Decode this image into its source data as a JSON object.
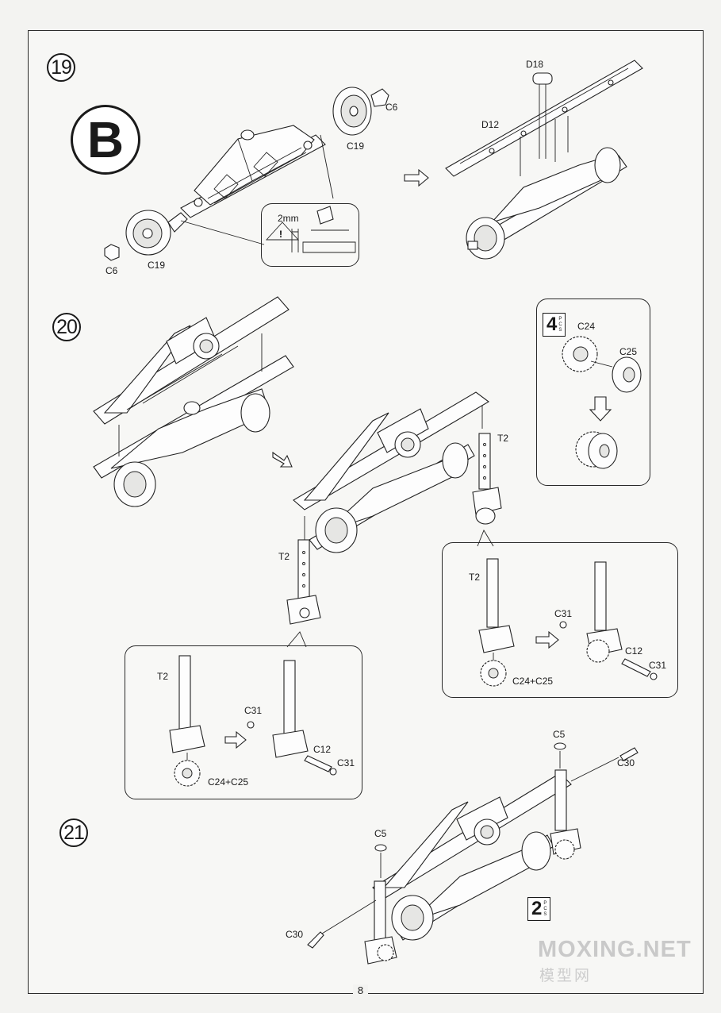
{
  "steps": {
    "s19": "19",
    "s20": "20",
    "s21": "21"
  },
  "section_letter": "B",
  "step19": {
    "c6_top": "C6",
    "c19_top": "C19",
    "c6_bottom": "C6",
    "c19_bottom": "C19",
    "gap_note": "2mm",
    "d18": "D18",
    "d12": "D12"
  },
  "step20": {
    "t2_main": "T2",
    "t2_left": "T2",
    "t2_left_callout": "T2",
    "c31_left_a": "C31",
    "c12_left": "C12",
    "c31_left_b": "C31",
    "c24c25_left": "C24+C25",
    "t2_right_callout": "T2",
    "c31_right_a": "C31",
    "c12_right": "C12",
    "c31_right_b": "C31",
    "c24c25_right": "C24+C25",
    "qty_box": {
      "num": "4",
      "txt": [
        "P",
        "C",
        "S"
      ]
    },
    "c24": "C24",
    "c25": "C25"
  },
  "step21": {
    "c5_top": "C5",
    "c30_top": "C30",
    "c5_left": "C5",
    "c30_left": "C30",
    "qty_box": {
      "num": "2",
      "txt": [
        "P",
        "C",
        "S"
      ]
    }
  },
  "footer": {
    "page_number": "8",
    "watermark": "MOXING.NET",
    "watermark_sub": "模型网"
  }
}
